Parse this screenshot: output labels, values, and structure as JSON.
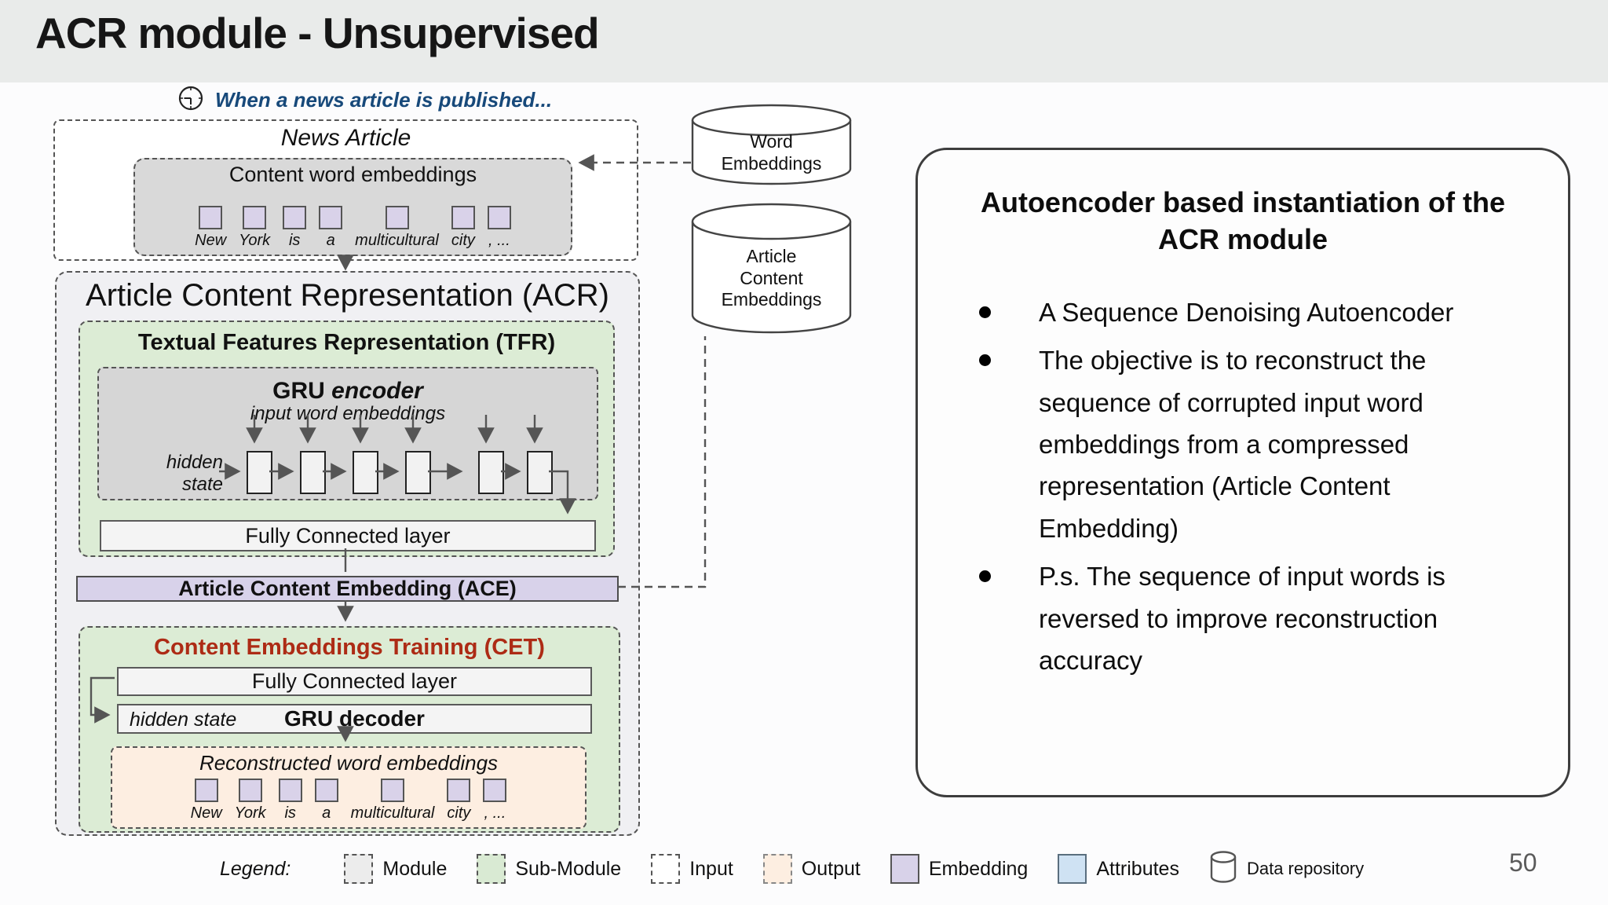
{
  "slide": {
    "title": "ACR module - Unsupervised",
    "page_number": "50"
  },
  "annotation": {
    "icon": "clock-icon",
    "text": "When a news article is published..."
  },
  "news_article": {
    "title": "News Article",
    "content_box_title": "Content word embeddings",
    "words": [
      "New",
      "York",
      "is",
      "a",
      "multicultural",
      "city",
      ", ..."
    ]
  },
  "repositories": {
    "word_embeddings": {
      "lines": [
        "Word",
        "Embeddings"
      ]
    },
    "article_content_embeddings": {
      "lines": [
        "Article",
        "Content",
        "Embeddings"
      ]
    }
  },
  "acr": {
    "title": "Article Content Representation (ACR)",
    "tfr": {
      "title": "Textual Features Representation (TFR)",
      "gru_encoder": {
        "title_bold": "GRU ",
        "title_italic": "encoder",
        "subtitle": "input word embeddings",
        "hidden_state_line1": "hidden",
        "hidden_state_line2": "state"
      },
      "fc_label": "Fully Connected layer"
    },
    "ace_label": "Article Content Embedding (ACE)",
    "cet": {
      "title": "Content Embeddings Training (CET)",
      "fc_label": "Fully Connected layer",
      "decoder_hidden_label": "hidden state",
      "decoder_label": "GRU decoder",
      "output": {
        "title": "Reconstructed word embeddings",
        "words": [
          "New",
          "York",
          "is",
          "a",
          "multicultural",
          "city",
          ", ..."
        ]
      }
    }
  },
  "info_panel": {
    "title_lines": [
      "Autoencoder based instantiation of the",
      "ACR module"
    ],
    "bullets": [
      "A Sequence Denoising Autoencoder",
      "The objective is to reconstruct the sequence of corrupted input word embeddings from a compressed representation (Article Content Embedding)",
      "P.s. The sequence of input words is reversed to improve reconstruction accuracy"
    ]
  },
  "legend": {
    "label": "Legend:",
    "items": [
      {
        "label": "Module"
      },
      {
        "label": "Sub-Module"
      },
      {
        "label": "Input"
      },
      {
        "label": "Output"
      },
      {
        "label": "Embedding"
      },
      {
        "label": "Attributes"
      },
      {
        "label": "Data repository"
      }
    ]
  },
  "colors": {
    "header_bg": "#e9ebea",
    "annotation_blue": "#17497a",
    "module_gray": "#f0f0f3",
    "submodule_green": "#dcecd5",
    "encoder_gray": "#d6d6d6",
    "embedding_purple": "#d8d2e9",
    "output_peach": "#fdeee1",
    "attributes_blue": "#cfe2f3",
    "cet_title_red": "#ad2b15"
  }
}
